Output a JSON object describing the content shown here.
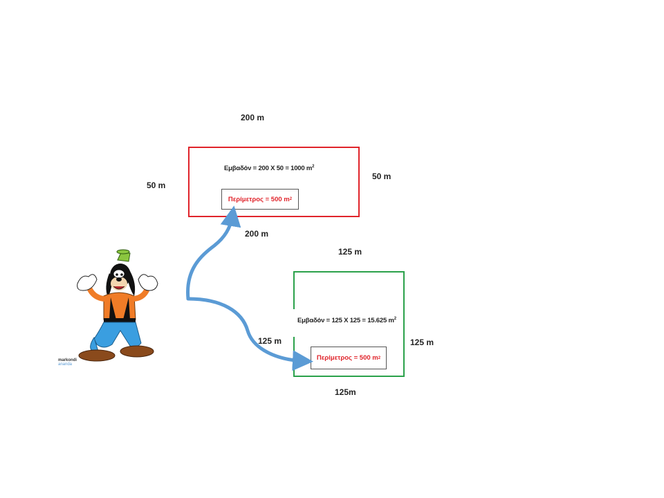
{
  "red_rect": {
    "top_label": "200 m",
    "left_label": "50 m",
    "right_label": "50 m",
    "bottom_label": "200 m",
    "area_text": "Εμβαδόν = 200 X 50 = 1000 m",
    "area_sup": "2",
    "perimeter_text": "Περίμετρος = 500 m",
    "perimeter_sup": "2"
  },
  "green_rect": {
    "top_label": "125 m",
    "left_label": "125 m",
    "right_label": "125 m",
    "bottom_label": "125m",
    "area_text": "Εμβαδόν = 125 X 125 = 15.625 m",
    "area_sup": "2",
    "perimeter_text": "Περίμετρος = 500 m",
    "perimeter_sup": "2"
  },
  "logo": {
    "line1": "markondi",
    "line2": "ananda"
  },
  "colors": {
    "red": "#e0242b",
    "green": "#2aa14a",
    "arrow": "#5b9bd5"
  },
  "character": "goofy-cartoon"
}
